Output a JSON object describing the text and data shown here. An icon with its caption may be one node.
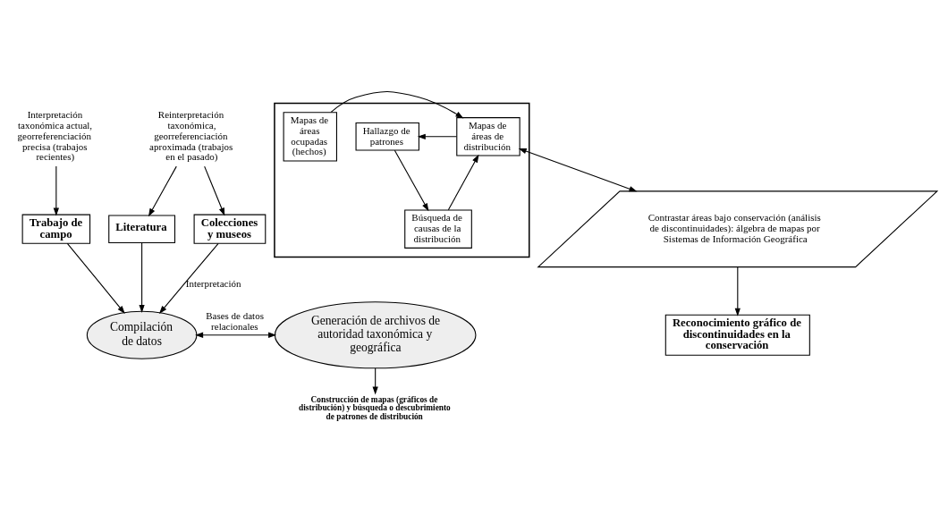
{
  "diagram": {
    "nodes": [
      {
        "text": [
          "Compilación de datos"
        ]
      },
      {
        "text": [
          "Generación de archivos de autoridad taxonómica y geográfica"
        ]
      },
      {
        "text": [
          "Colecciones y museos"
        ]
      },
      {
        "text": [
          "Literatura"
        ]
      },
      {
        "text": [
          "Trabajo de campo"
        ]
      },
      {
        "text": [
          "Reinterpretación taxonómica, georreferenciación aproximada (trabajos en el pasado)"
        ]
      },
      {
        "text": [
          "Interpretación taxonómica actual, georreferenciación precisa (trabajos recientes)"
        ]
      },
      {
        "text": [
          "Construcción de mapas (gráficos de distribución) y búsqueda o descubrimiento de patrones de distribución"
        ]
      },
      {
        "text": [],
        "shape": "box"
      },
      {
        "text": [
          "Mapas de áreas ocupadas (hechos)"
        ],
        "in": 8
      },
      {
        "text": [
          "Mapas de áreas de distribución"
        ],
        "in": 8
      },
      {
        "text": [
          "Hallazgo de patrones"
        ],
        "in": 8
      },
      {
        "text": [
          "Búsqueda de causas de la distribución"
        ],
        "in": 8
      },
      {
        "text": [
          "Contrastar áreas bajo conservación (análisis de discontinuidades): álgebra de mapas por Sistemas de Información Geográfica"
        ]
      },
      {
        "text": [
          "Reconocimiento gráfico de discontinuidades en la conservación"
        ]
      }
    ],
    "edges": [
      {
        "from": 2,
        "to": 0,
        "arrow": "to",
        "label": "Interpretación"
      },
      {
        "from": 3,
        "to": 0,
        "arrow": "to"
      },
      {
        "from": 4,
        "to": 0,
        "arrow": "to"
      },
      {
        "from": 0,
        "to": 1,
        "arrow": "both",
        "label": "Bases de datos relacionales"
      },
      {
        "from": 1,
        "to": 7,
        "arrow": "to"
      },
      {
        "from": 5,
        "to": 2,
        "arrow": "to"
      },
      {
        "from": 5,
        "to": 3,
        "arrow": "to"
      },
      {
        "from": 6,
        "to": 4,
        "arrow": "to"
      },
      {
        "from": 9,
        "to": 10,
        "arrow": "to"
      },
      {
        "from": 10,
        "to": 11,
        "arrow": "to"
      },
      {
        "from": 11,
        "to": 12,
        "arrow": "to"
      },
      {
        "from": 12,
        "to": 10,
        "arrow": "to"
      },
      {
        "from": 10,
        "to": 13,
        "arrow": "both"
      },
      {
        "from": 13,
        "to": 14,
        "arrow": "to"
      }
    ]
  }
}
